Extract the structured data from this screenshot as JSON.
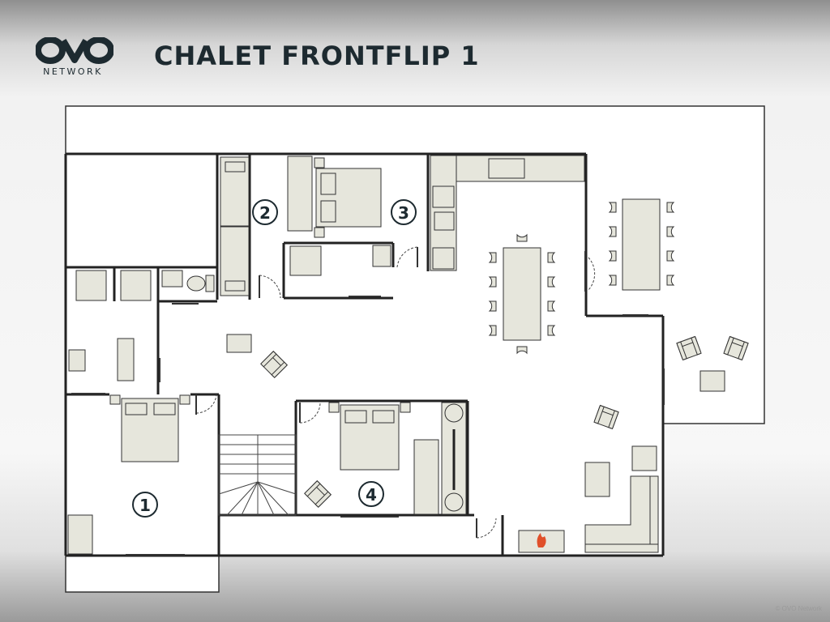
{
  "logo": {
    "icon": "ovo-logo-icon",
    "wordmark": "NETWORK"
  },
  "title": "CHALET FRONTFLIP 1",
  "rooms": [
    {
      "number": "1"
    },
    {
      "number": "2"
    },
    {
      "number": "3"
    },
    {
      "number": "4"
    }
  ],
  "copyright": "© OVO Network",
  "colors": {
    "wall": "#222222",
    "furniture": "#e6e6dc",
    "floor": "#ffffff",
    "text": "#1d2a30",
    "fireplace": "#e0502a"
  }
}
